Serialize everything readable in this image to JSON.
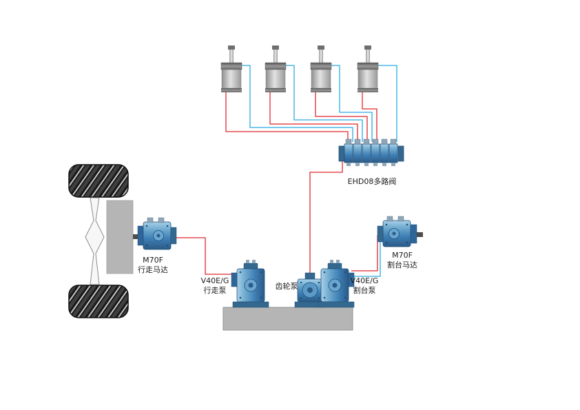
{
  "diagram": {
    "labels": {
      "valve": "EHD08多路阀",
      "travel_motor_model": "M70F",
      "travel_motor_name": "行走马达",
      "travel_pump_model": "V40E/G",
      "travel_pump_name": "行走泵",
      "gear_pump_name": "齿轮泵",
      "header_pump_model": "V40E/G",
      "header_pump_name": "割台泵",
      "header_motor_model": "M70F",
      "header_motor_name": "割台马达"
    },
    "colors": {
      "hose_red": "#e0262c",
      "hose_blue": "#29abe2",
      "component_blue": "#3f7fb5",
      "base_gray": "#b5b5b5"
    }
  }
}
